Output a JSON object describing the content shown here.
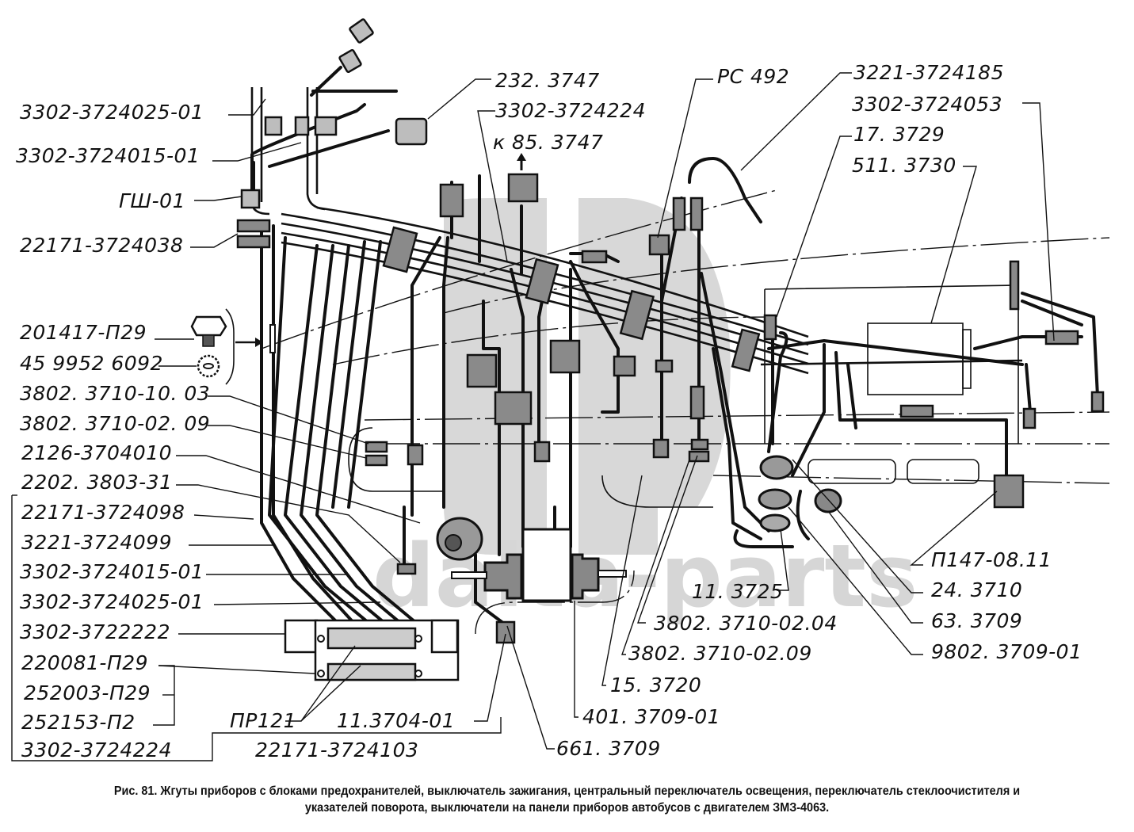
{
  "figure": {
    "caption_line1": "Рис. 81. Жгуты приборов с блоками предохранителей, выключатель зажигания, центральный переключатель освещения, переключатель стеклоочистителя и",
    "caption_line2": "указателей поворота, выключатели на панели приборов автобусов с двигателем ЗМЗ-4063.",
    "watermark": "dalta-parts"
  },
  "labels": {
    "left": [
      "3302-3724025-01",
      "3302-3724015-01",
      "ГШ-01",
      "22171-3724038",
      "201417-П29",
      "45 9952 6092",
      "3802. 3710-10. 03",
      "3802. 3710-02. 09",
      "2126-3704010",
      "2202. 3803-31",
      "22171-3724098",
      "3221-3724099",
      "3302-3724015-01",
      "3302-3724025-01",
      "3302-3722222",
      "220081-П29",
      "252003-П29",
      "252153-П2",
      "3302-3724224"
    ],
    "bottom": [
      "ПР121",
      "11.3704-01",
      "22171-3724103",
      "661. 3709",
      "401. 3709-01",
      "15. 3720",
      "3802. 3710-02.09",
      "3802. 3710-02.04",
      "11. 3725"
    ],
    "top": [
      "232. 3747",
      "3302-3724224",
      "к 85. 3747",
      "РС 492",
      "3221-3724185",
      "3302-3724053",
      "17. 3729",
      "511. 3730"
    ],
    "right": [
      "П147-08.11",
      "24. 3710",
      "63. 3709",
      "9802. 3709-01"
    ]
  }
}
